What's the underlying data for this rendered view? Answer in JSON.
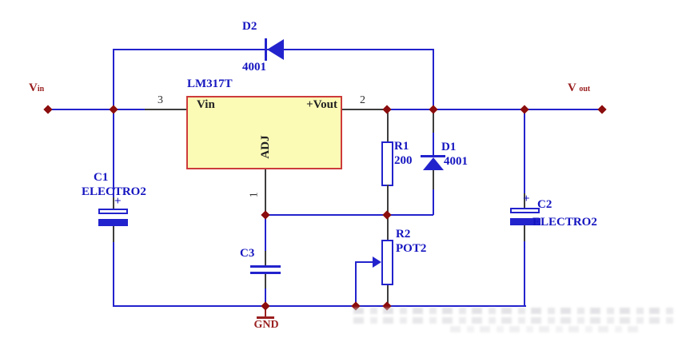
{
  "schematic": {
    "regulator": {
      "name": "LM317T",
      "pin_in_label": "Vin",
      "pin_out_label": "+Vout",
      "pin_adj_label": "ADJ",
      "pin_number_in": "3",
      "pin_number_out": "2",
      "pin_number_adj": "1"
    },
    "diode_d2": {
      "ref": "D2",
      "value": "4001"
    },
    "diode_d1": {
      "ref": "D1",
      "value": "4001"
    },
    "resistor_r1": {
      "ref": "R1",
      "value": "200"
    },
    "potentiometer_r2": {
      "ref": "R2",
      "value": "POT2"
    },
    "capacitor_c1": {
      "ref": "C1",
      "value": "ELECTRO2",
      "polarity": "+"
    },
    "capacitor_c2": {
      "ref": "C2",
      "value": "ELECTRO2",
      "polarity": "+"
    },
    "capacitor_c3": {
      "ref": "C3"
    },
    "terminals": {
      "input_main": "V",
      "input_sub": "in",
      "output_main": "V",
      "output_sub": "out",
      "ground": "GND"
    },
    "colors": {
      "wire_blue": "#2323cd",
      "pin_wire_black": "#3d3d3d",
      "junction_red": "#8b0d0d",
      "label_blue": "#1515c0",
      "terminal_text_red": "#9a1f1f",
      "regulator_fill": "#fbfbb6",
      "regulator_border": "#cd3b3b"
    }
  }
}
